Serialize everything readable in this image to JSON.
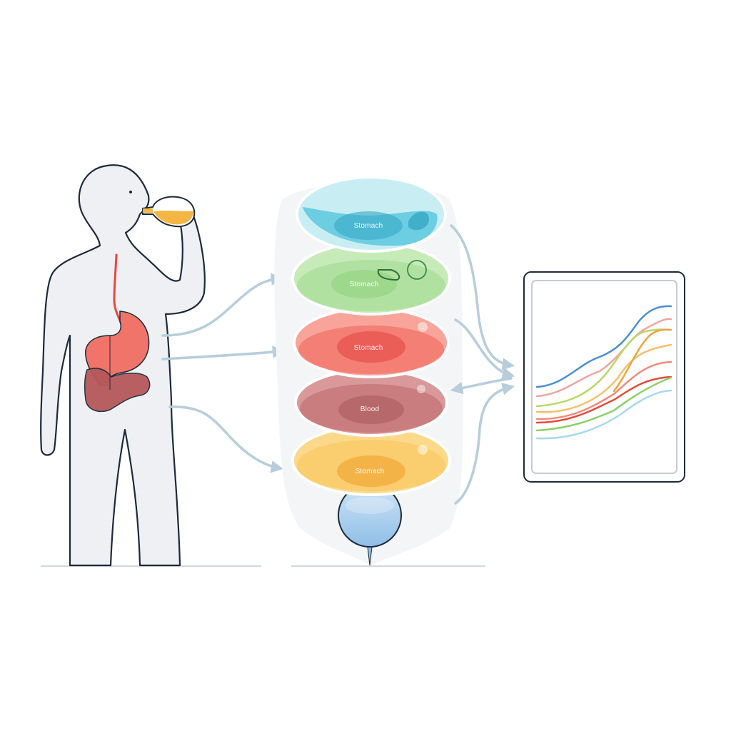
{
  "diagram": {
    "person": {
      "description": "Human silhouette drinking from a bottle, with esophagus, stomach and liver shown",
      "colors": {
        "body_fill": "#eef0f3",
        "outline": "#1e2a3a",
        "stomach": "#f0746a",
        "liver": "#b5585a",
        "drink": "#f4b642"
      }
    },
    "stack": {
      "layers": [
        {
          "label": "Stomach",
          "color": "#4fc3dc",
          "light": "#c8eef3"
        },
        {
          "label": "Stomach",
          "color": "#9fd98c",
          "light": "#c6ebb9"
        },
        {
          "label": "Stomach",
          "color": "#f0675e",
          "light": "#f8a49a"
        },
        {
          "label": "Blood",
          "color": "#c06b6d",
          "light": "#d9999a"
        },
        {
          "label": "Stomach",
          "color": "#f7b94a",
          "light": "#fcd98a"
        }
      ],
      "bulb_color": "#9fc8ec"
    },
    "chart_panel": {
      "line_colors": [
        "#4a8fd4",
        "#f0a4a0",
        "#f0a43a",
        "#f4c06a",
        "#f08a7a",
        "#b8d86a",
        "#a8d8f0",
        "#e8493a",
        "#8ccf6a"
      ]
    },
    "arrow_color": "#b7cddb"
  }
}
